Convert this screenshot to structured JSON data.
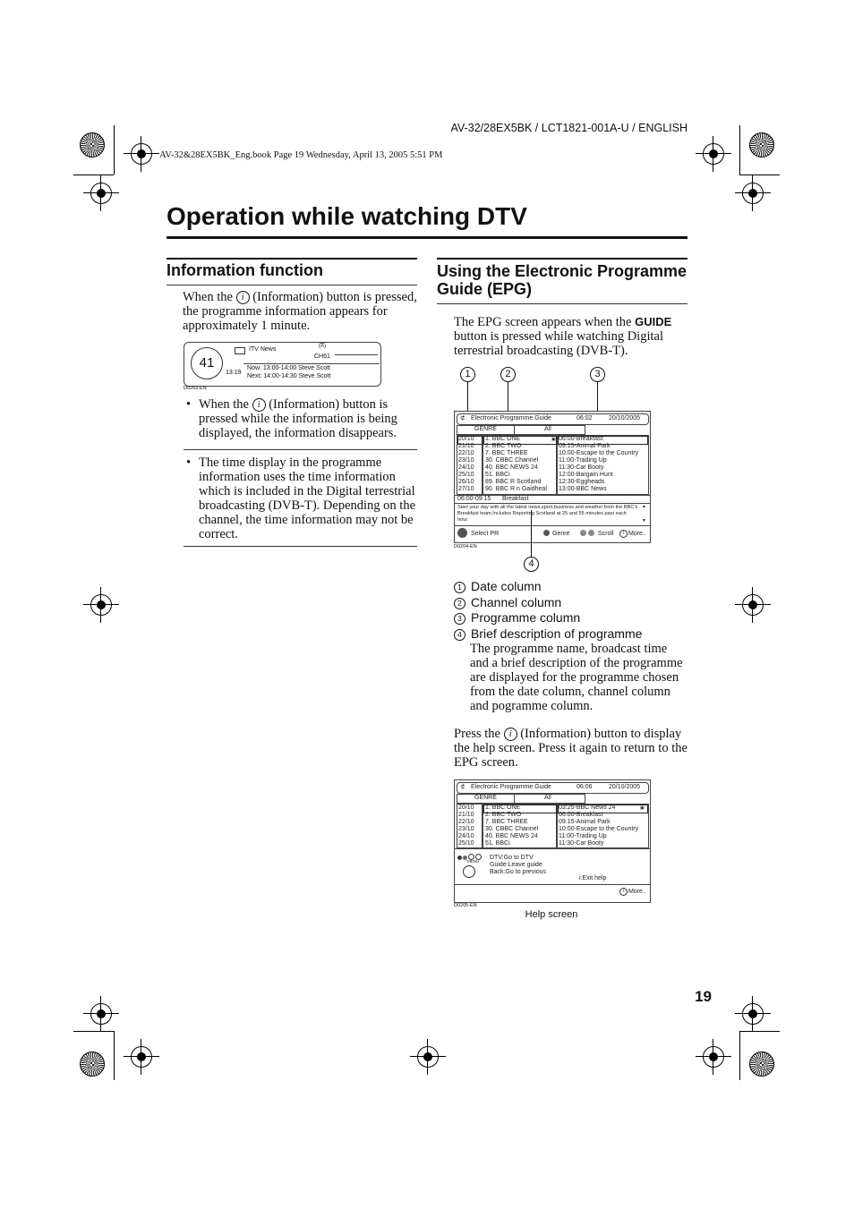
{
  "header": {
    "doc_code": "AV-32/28EX5BK / LCT1821-001A-U / ENGLISH",
    "book_stamp": "AV-32&28EX5BK_Eng.book  Page 19  Wednesday, April 13, 2005  5:51 PM"
  },
  "page_title": "Operation while watching DTV",
  "info_section": {
    "heading": "Information function",
    "intro_pre": "When the",
    "intro_post": "(Information) button is pressed, the programme information appears for approximately 1 minute.",
    "info_icon": "i",
    "banner": {
      "channel_number": "41",
      "service": "ITV News",
      "ch": "CH61",
      "time": "13:19",
      "now": "Now: 13:00-14:00 Steve Scott",
      "next": "Next: 14:00-14:30 Steve Scott",
      "code": "D0203-EN"
    },
    "bullet1_pre": "When the",
    "bullet1_post": "(Information) button is pressed while the information is being displayed, the information disappears.",
    "bullet2": "The time display in the programme information uses the time information which is included in the Digital terrestrial broadcasting (DVB-T). Depending on the channel, the time information may not be correct."
  },
  "epg_section": {
    "heading": "Using the Electronic Programme Guide (EPG)",
    "intro_pre": "The EPG screen appears when the",
    "guide_key": "GUIDE",
    "intro_post": "button is pressed while watching Digital terrestrial broadcasting (DVB-T).",
    "callouts": [
      "1",
      "2",
      "3",
      "4"
    ],
    "epg_screen": {
      "title": "Electronic Programme Guide",
      "time": "06:02",
      "date": "20/10/2005",
      "genre_label": "GENRE",
      "genre_value": "All",
      "dates": [
        "20/10",
        "21/10",
        "22/10",
        "23/10",
        "24/10",
        "25/10",
        "26/10",
        "27/10"
      ],
      "channels": [
        "1.  BBC ONE",
        "2.  BBC TWO",
        "7.  BBC THREE",
        "30.  CBBC Channel",
        "40.  BBC NEWS 24",
        "51.  BBCi",
        "89.  BBC R Scotland",
        "90.  BBC R n Gaidheal"
      ],
      "programmes": [
        "06:00-Breakfast",
        "09:15-Animal Park",
        "10:00-Escape to the Country",
        "11:00-Trading Up",
        "11:30-Car Booty",
        "12:00-Bargain Hunt",
        "12:30-Eggheads",
        "13:00-BBC News"
      ],
      "selected_time": "06:00-09:15",
      "selected_title": "Breakfast",
      "description": "Start your day with all the latest news,sport,business and weather from the BBC's Breakfast team.Includes Reporting Scotland at 25 and 55 minutes past each hour.",
      "footer_select": "Select PR",
      "footer_genre": "Genre",
      "footer_scroll": "Scroll",
      "footer_more": "More..",
      "code": "D0204-EN"
    },
    "legend": [
      {
        "num": "1",
        "label": "Date column"
      },
      {
        "num": "2",
        "label": "Channel column"
      },
      {
        "num": "3",
        "label": "Programme column"
      },
      {
        "num": "4",
        "label": "Brief description of programme"
      }
    ],
    "legend_desc": "The programme name, broadcast time and a brief description of the programme are displayed for the programme chosen from the date column, channel column and pogramme column.",
    "press_pre": "Press the",
    "press_post": "(Information) button to display the help screen. Press it again to return to the EPG screen.",
    "help_screen": {
      "title": "Electronic Programme Guide",
      "time": "06:06",
      "date": "20/10/2005",
      "genre_label": "GENRE",
      "genre_value": "All",
      "dates": [
        "20/10",
        "21/10",
        "22/10",
        "23/10",
        "24/10",
        "25/10"
      ],
      "channels": [
        "1.  BBC ONE",
        "2.  BBC TWO",
        "7.  BBC THREE",
        "30.  CBBC Channel",
        "40.  BBC NEWS 24",
        "51.  BBCi"
      ],
      "programmes": [
        "03:25-BBC News 24",
        "06:00-Breakfast",
        "09:15-Animal Park",
        "10:00-Escape to the Country",
        "11:00-Trading Up",
        "11:30-Car Booty"
      ],
      "menu_label": "MENU",
      "help1": "DTV:Go to DTV",
      "help2": "Guide:Leave guide",
      "help3": "Back:Go to previous",
      "exit_help": "i:Exit help",
      "more": "More..",
      "code": "D0205-EN"
    },
    "help_caption": "Help screen"
  },
  "page_number": "19"
}
